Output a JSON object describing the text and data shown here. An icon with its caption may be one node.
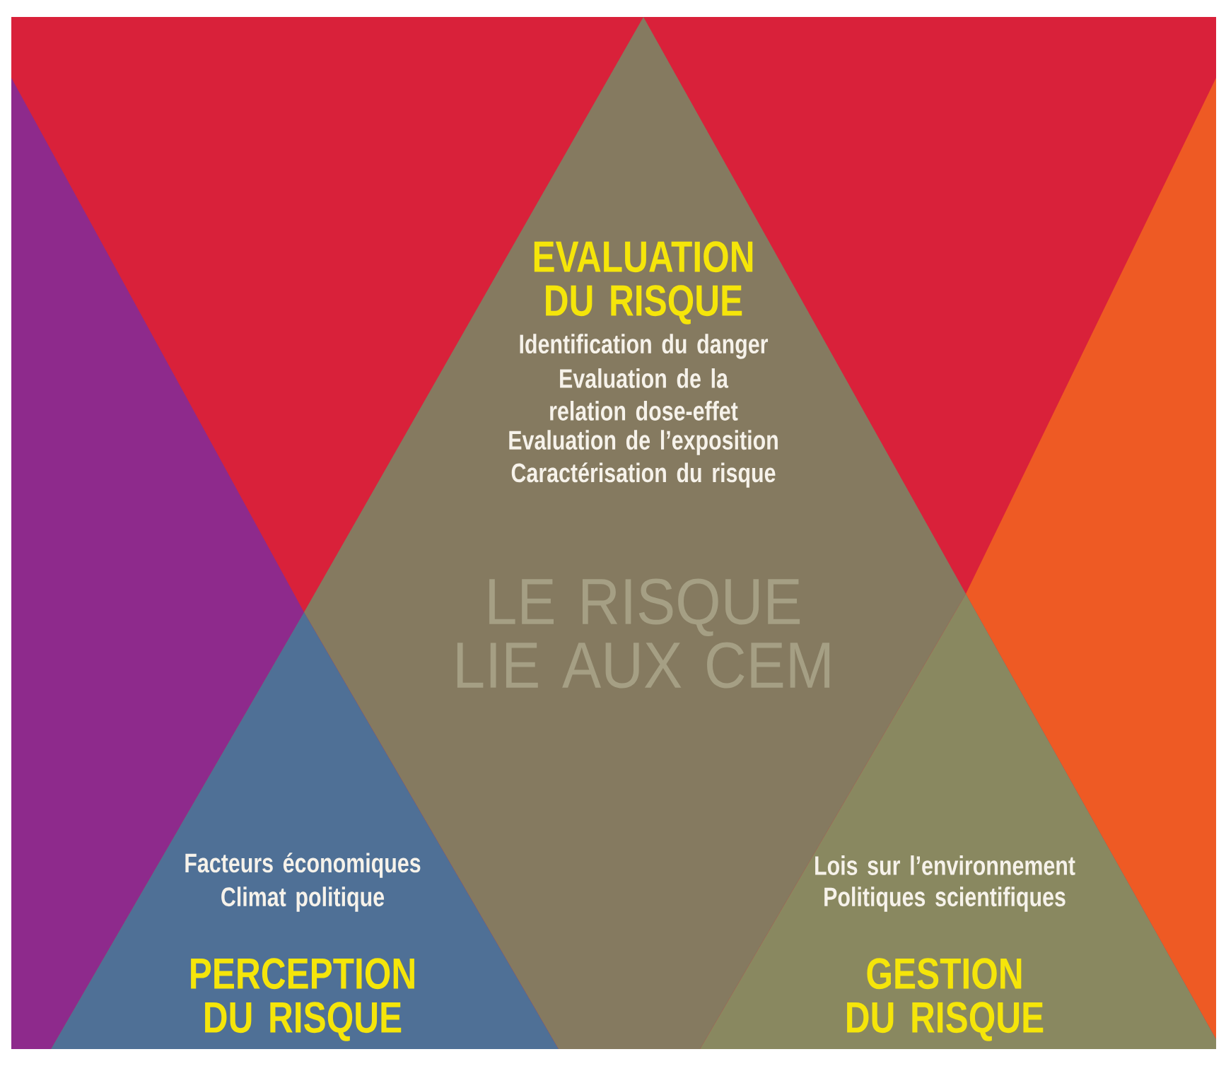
{
  "diagram": {
    "nodes": [
      {
        "text": [
          "EVALUATION DU RISQUE",
          "Identification du danger",
          "Evaluation de la relation dose-effet",
          "Evaluation de l’exposition",
          "Caractérisation du risque",
          "LE RISQUE LIE AUX CEM"
        ]
      },
      {
        "text": [
          "Facteurs économiques",
          "Climat politique",
          "PERCEPTION DU RISQUE"
        ]
      },
      {
        "text": [
          "Lois sur l’environnement",
          "Politiques scientifiques",
          "GESTION DU RISQUE"
        ]
      }
    ]
  }
}
